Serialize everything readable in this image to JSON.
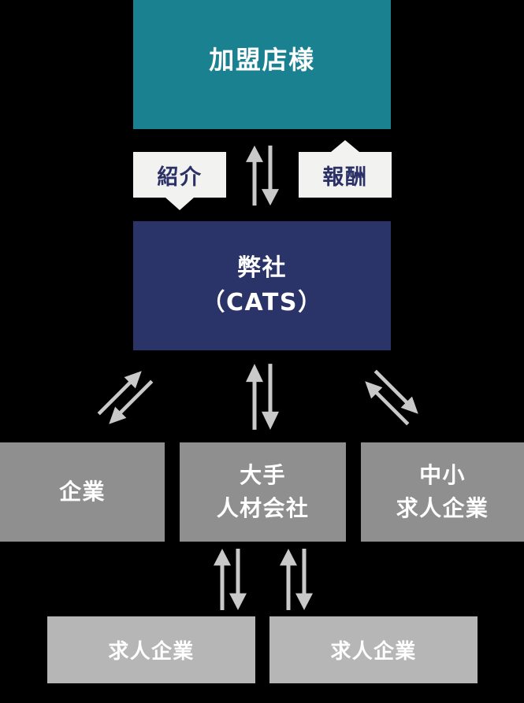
{
  "diagram": {
    "member_store": "加盟店様",
    "intro_label": "紹介",
    "reward_label": "報酬",
    "company_line1": "弊社",
    "company_line2": "（CATS）",
    "enterprise": "企業",
    "major_staffing_line1": "大手",
    "major_staffing_line2": "人材会社",
    "sme_recruit_line1": "中小",
    "sme_recruit_line2": "求人企業",
    "recruit_left": "求人企業",
    "recruit_right": "求人企業"
  },
  "colors": {
    "background": "#000000",
    "member_store_box": "#1a8191",
    "company_box": "#2a3468",
    "bubble_background": "#f2f2f0",
    "bubble_text": "#2b3166",
    "partner_box_gray": "#8f8f8f",
    "recruit_box_gray": "#b6b6b6",
    "arrow": "#c9c9c9",
    "box_text": "#ffffff"
  }
}
